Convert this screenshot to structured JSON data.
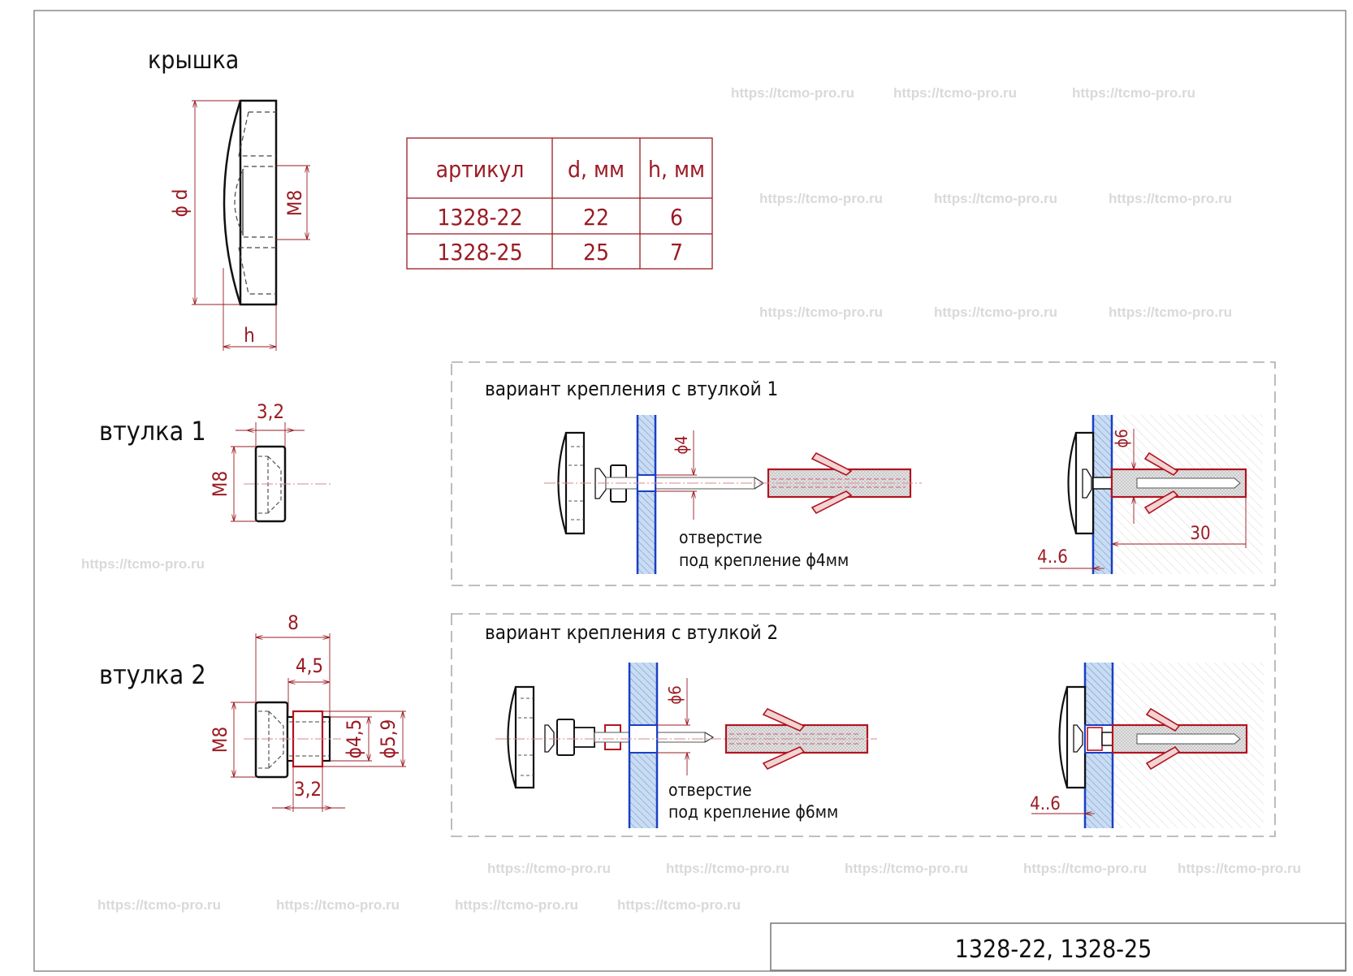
{
  "watermark": "https://tcmo-pro.ru",
  "colors": {
    "outline": "#111111",
    "dimension": "#9b1b24",
    "glass": "#1a3fc4",
    "glass_fill": "#bcd6f2",
    "dowel": "#b3141f",
    "frame": "#7a7a7a"
  },
  "cap": {
    "title": "крышка",
    "dim_diameter": "ϕ d",
    "dim_thread": "M8",
    "dim_height": "h"
  },
  "spec_table": {
    "headers": [
      "артикул",
      "d, мм",
      "h, мм"
    ],
    "rows": [
      [
        "1328-22",
        "22",
        "6"
      ],
      [
        "1328-25",
        "25",
        "7"
      ]
    ]
  },
  "bushing1": {
    "title": "втулка 1",
    "dim_width": "3,2",
    "dim_thread": "M8"
  },
  "bushing2": {
    "title": "втулка 2",
    "dim_total": "8",
    "dim_shank": "4,5",
    "dim_collar": "3,2",
    "dim_thread": "M8",
    "dim_inner": "ϕ4,5",
    "dim_outer": "ϕ5,9"
  },
  "variant1": {
    "title": "вариант крепления с втулкой 1",
    "dim_hole": "ϕ4",
    "note_line1": "отверстие",
    "note_line2": "под крепление ϕ4мм",
    "dim_dowel_hole": "ϕ6",
    "dim_depth": "30",
    "dim_glass": "4..6"
  },
  "variant2": {
    "title": "вариант крепления с втулкой 2",
    "dim_hole": "ϕ6",
    "note_line1": "отверстие",
    "note_line2": "под крепление ϕ6мм",
    "dim_glass": "4..6"
  },
  "title_block": {
    "designation": "1328-22, 1328-25"
  }
}
